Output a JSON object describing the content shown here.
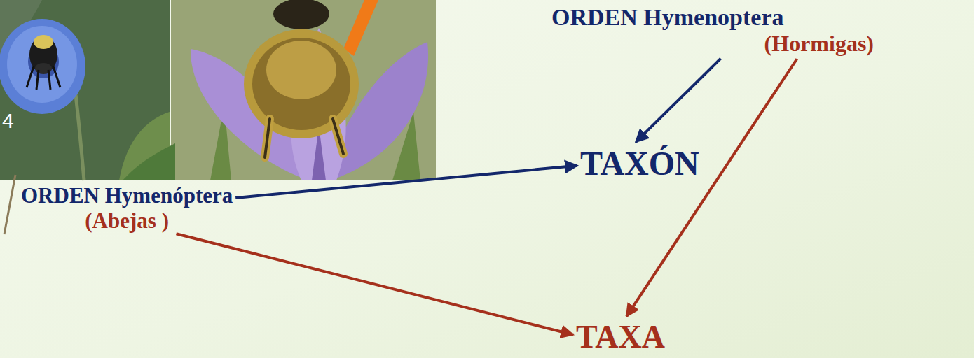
{
  "diagram": {
    "nodes": [
      {
        "text": [
          "ORDEN Hymenoptera",
          "(Hormigas)"
        ]
      },
      {
        "text": [
          "TAXÓN"
        ]
      },
      {
        "text": [
          "ORDEN Hymenóptera",
          "(Abejas )"
        ]
      },
      {
        "text": [
          "TAXA"
        ]
      }
    ],
    "edges": [
      {
        "from": 0,
        "to": 1,
        "arrow": "to"
      },
      {
        "from": 0,
        "to": 3,
        "arrow": "to"
      },
      {
        "from": 2,
        "to": 1,
        "arrow": "to"
      },
      {
        "from": 2,
        "to": 3,
        "arrow": "to"
      }
    ],
    "labels": [
      "4"
    ]
  }
}
